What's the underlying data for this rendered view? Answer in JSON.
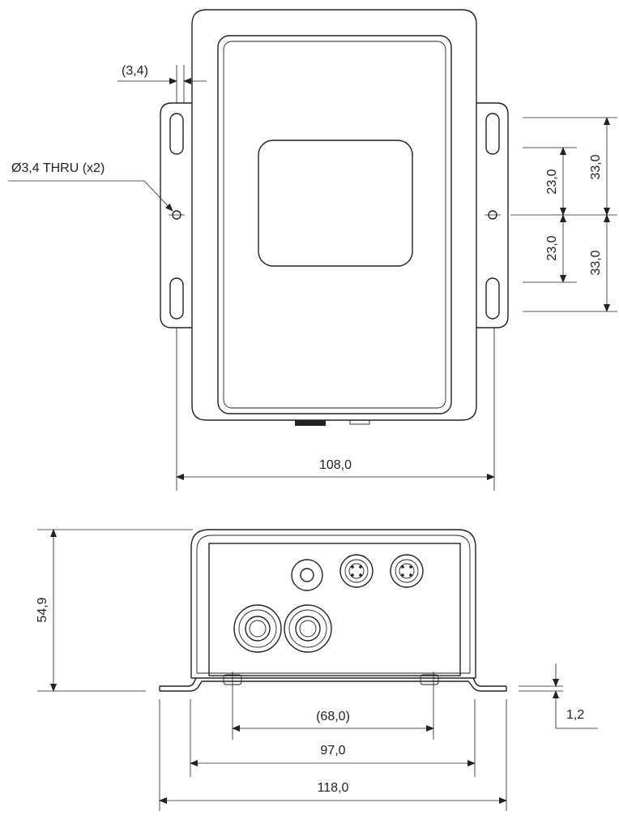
{
  "labels": {
    "slot_offset": "(3,4)",
    "hole_note": "Ø3,4 THRU (x2)",
    "upper_hole_to_slot": "23,0",
    "lower_hole_to_slot": "23,0",
    "upper_hole_to_edge": "33,0",
    "lower_hole_to_edge": "33,0",
    "top_width": "108,0",
    "height": "54,9",
    "flange_thickness": "1,2",
    "hole_spacing": "(68,0)",
    "body_width": "97,0",
    "overall_width": "118,0"
  }
}
